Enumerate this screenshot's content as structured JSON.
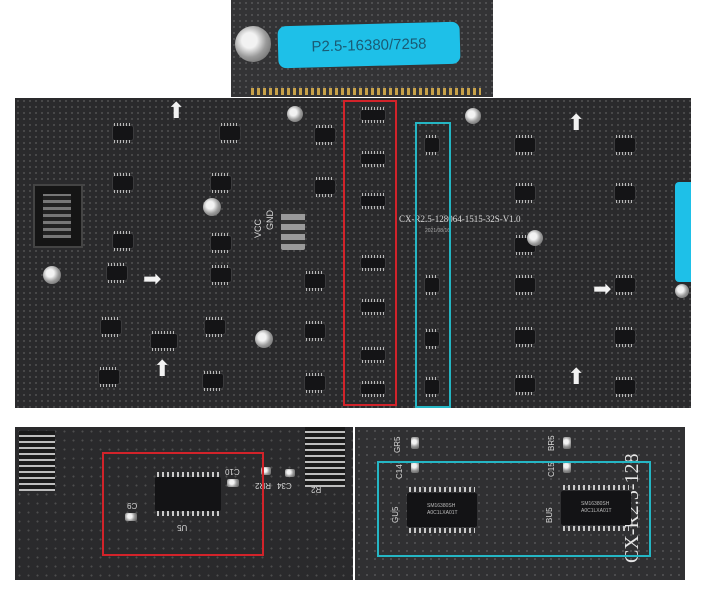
{
  "top_label": "P2.5-16380/7258",
  "main_board": {
    "silkscreen": "CX-R2.5-128064-1515-32S-V1.0",
    "silkscreen_sub": "2021/08/16",
    "power_labels": [
      "VCC",
      "GND"
    ]
  },
  "zoom_left": {
    "labels": [
      "C10",
      "C9",
      "U5",
      "RR2",
      "C34",
      "R2"
    ]
  },
  "zoom_right": {
    "labels": [
      "GR5",
      "C14",
      "GU5",
      "BR5",
      "C15",
      "BU5"
    ],
    "edge_text": "CX-R2.5-128",
    "chip_marking": [
      "SM16380SH",
      "A0C1LXA01T"
    ]
  },
  "colors": {
    "label_bg": "#1ec0e8",
    "highlight_red": "#d2232a",
    "highlight_cyan": "#25b6c4"
  }
}
